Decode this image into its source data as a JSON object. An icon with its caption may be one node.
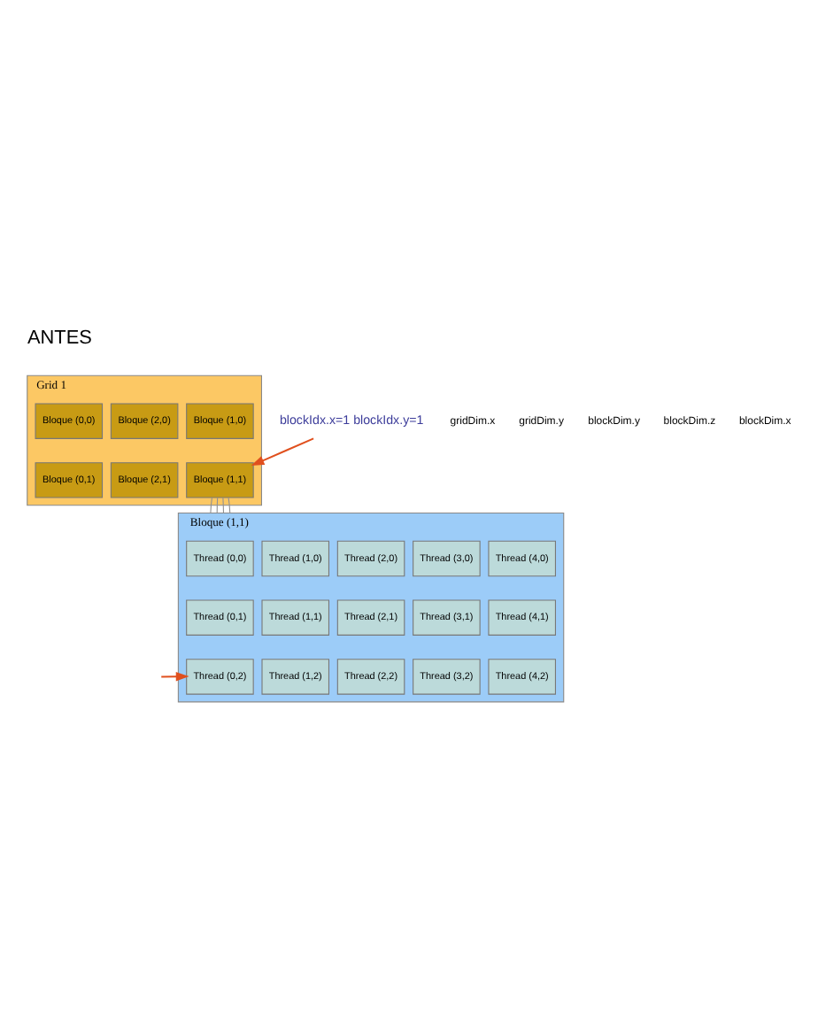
{
  "diagram": {
    "title": "ANTES",
    "nodes": [
      {
        "text": [
          "blockIdx.x=1 blockIdx.y=1"
        ]
      },
      {
        "text": [
          "Grid 1"
        ]
      },
      {
        "text": [
          "Bloque (0,0)"
        ],
        "in": 1
      },
      {
        "text": [
          "Bloque (1,0)"
        ],
        "in": 1
      },
      {
        "text": [
          "Bloque (2,0)"
        ],
        "in": 1
      },
      {
        "text": [
          "Bloque (0,1)"
        ],
        "in": 1
      },
      {
        "text": [
          "Bloque (1,1)"
        ],
        "in": 1
      },
      {
        "text": [
          "Bloque (2,1)"
        ],
        "in": 1
      },
      {
        "text": [
          "Bloque (1,1)"
        ]
      },
      {
        "text": [
          "Thread (0,0)"
        ],
        "in": 8
      },
      {
        "text": [
          "Thread (1,0)"
        ],
        "in": 8
      },
      {
        "text": [
          "Thread (2,0)"
        ],
        "in": 8
      },
      {
        "text": [
          "Thread (3,0)"
        ],
        "in": 8
      },
      {
        "text": [
          "Thread (4,0)"
        ],
        "in": 8
      },
      {
        "text": [
          "Thread (0,1)"
        ],
        "in": 8
      },
      {
        "text": [
          "Thread (1,1)"
        ],
        "in": 8
      },
      {
        "text": [
          "Thread (2,1)"
        ],
        "in": 8
      },
      {
        "text": [
          "Thread (3,1)"
        ],
        "in": 8
      },
      {
        "text": [
          "Thread (4,1)"
        ],
        "in": 8
      },
      {
        "text": [
          "Thread (0,2)"
        ],
        "in": 8
      },
      {
        "text": [
          "Thread (1,2)"
        ],
        "in": 8
      },
      {
        "text": [
          "Thread (2,2)"
        ],
        "in": 8
      },
      {
        "text": [
          "Thread (3,2)"
        ],
        "in": 8
      },
      {
        "text": [
          "Thread (4,2)"
        ],
        "in": 8
      }
    ],
    "edges": [
      {
        "from": 0,
        "to": 6,
        "arrow": "to",
        "color": "#e0501e"
      },
      {
        "from": 6,
        "to": 8,
        "arrow": "none"
      },
      {
        "from": 6,
        "to": 8,
        "arrow": "none"
      },
      {
        "from": 6,
        "to": 8,
        "arrow": "none"
      },
      {
        "from": 6,
        "to": 8,
        "arrow": "none"
      },
      {
        "from": null,
        "to": 19,
        "arrow": "to",
        "color": "#e0501e"
      }
    ],
    "labels": [
      "gridDim.x",
      "gridDim.y",
      "blockDim.y",
      "blockDim.z",
      "blockDim.x"
    ]
  }
}
